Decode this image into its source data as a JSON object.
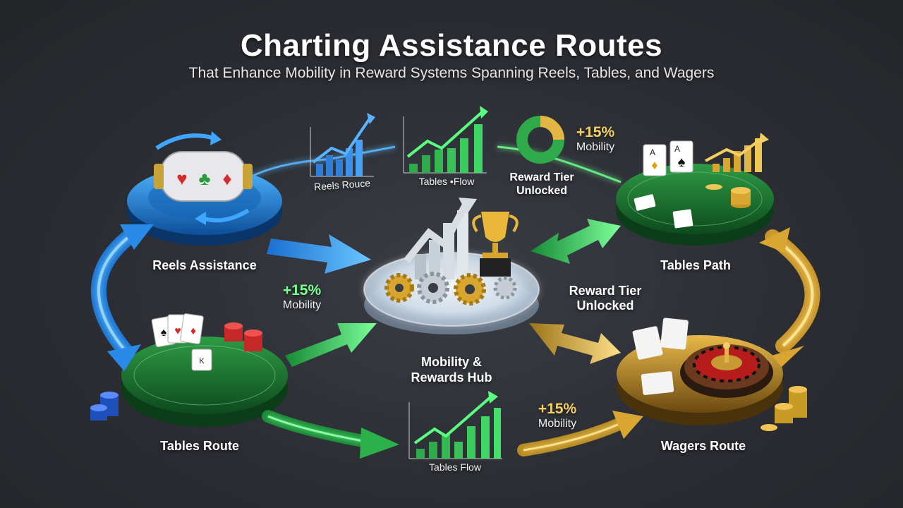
{
  "header": {
    "title": "Charting Assistance Routes",
    "subtitle": "That Enhance Mobility in Reward Systems Spanning Reels, Tables, and Wagers"
  },
  "nodes": {
    "reels": {
      "label": "Reels Assistance"
    },
    "tables_path": {
      "label": "Tables Path"
    },
    "tables_route": {
      "label": "Tables Route"
    },
    "wagers": {
      "label": "Wagers Route"
    },
    "hub": {
      "line1": "Mobility &",
      "line2": "Rewards Hub"
    }
  },
  "mini_charts": {
    "reels_rouce": "Reels Rouce",
    "tables_flow_top": "Tables •Flow",
    "tables_flow_bottom": "Tables Flow"
  },
  "stats": {
    "top": {
      "pct": "+15%",
      "sub": "Mobility"
    },
    "left": {
      "pct": "+15%",
      "sub": "Mobility"
    },
    "bottom": {
      "pct": "+15%",
      "sub": "Mobility"
    }
  },
  "badges": {
    "top": {
      "line1": "Reward Tier",
      "line2": "Unlocked"
    },
    "right": {
      "line1": "Reward Tier",
      "line2": "Unlocked"
    }
  },
  "card_ranks": [
    "A",
    "A",
    "K"
  ],
  "colors": {
    "blue": "#2f8fe0",
    "green": "#2faa4a",
    "gold": "#d9a632",
    "background": "#2b2d33"
  }
}
